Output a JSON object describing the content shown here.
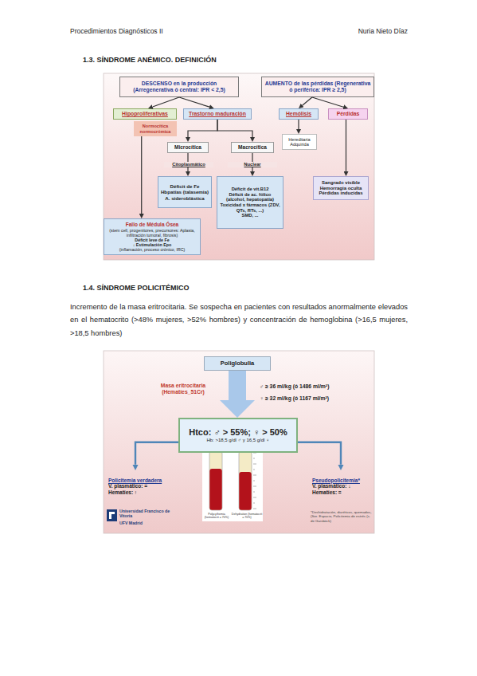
{
  "diagram": {
    "nodes": [
      {
        "text": [
          "DESCENSO en la producción (Arregenerativa ó central: IPR < 2,5)"
        ]
      },
      {
        "text": [
          "AUMENTO de las pérdidas (Regenerativa ó periférica: IPR ≥ 2,5)"
        ]
      },
      {
        "text": [
          "Hipoproliferativas"
        ]
      },
      {
        "text": [
          "Trastorno maduración"
        ]
      },
      {
        "text": [
          "Hemólisis"
        ]
      },
      {
        "text": [
          "Pérdidas"
        ]
      },
      {
        "text": [
          "Normocítica normocrómica"
        ]
      },
      {
        "text": [
          "Hereditaria",
          "Adquirida"
        ]
      },
      {
        "text": [
          "Microcítica"
        ]
      },
      {
        "text": [
          "Macrocítica"
        ]
      },
      {
        "text": [
          "Déficit de Fe",
          "Hbpatías (talasemia)",
          "A. sideroblástica"
        ]
      },
      {
        "text": [
          "Déficit de vit.B12",
          "Déficit de ac. fólico (alcohol, hepatopatía)",
          "Toxicidad x fármacos (ZDV, QTs, RTs, ...)",
          "SMD, ..."
        ]
      },
      {
        "text": [
          "Sangrado visible",
          "Hemorragia oculta",
          "Pérdidas inducidas"
        ]
      },
      {
        "text": [
          "Fallo de Médula Ósea",
          "(stem cell, progenitores, precursores: Aplasia, infiltración tumoral, fibrosis)",
          "Déficit leve de Fe",
          "↓ Estimulación Epo",
          "(inflamación, proceso crónico, IRC)"
        ]
      },
      {
        "text": [
          "Poliglobulia"
        ]
      },
      {
        "text": [
          "Htco: ♂ > 55%; ♀ > 50%",
          "Hb: >18,5 g/dl ♂ y 16,5 g/dl ♀"
        ]
      },
      {
        "text": [
          "Policitemia verdadera",
          "V. plasmático: =",
          "Hematíes: ↑"
        ]
      },
      {
        "text": [
          "Pseudopolicitemia*",
          "V. plasmático: ↓",
          "Hematíes: ="
        ]
      }
    ],
    "edges": [
      {
        "from": 0,
        "to": 2,
        "arrow": "to"
      },
      {
        "from": 0,
        "to": 3,
        "arrow": "to"
      },
      {
        "from": 1,
        "to": 4,
        "arrow": "to"
      },
      {
        "from": 1,
        "to": 5,
        "arrow": "to"
      },
      {
        "from": 6,
        "to": 13,
        "arrow": "to"
      },
      {
        "from": 3,
        "to": 8,
        "arrow": "to"
      },
      {
        "from": 3,
        "to": 9,
        "arrow": "to"
      },
      {
        "from": 8,
        "to": 10,
        "arrow": "to"
      },
      {
        "from": 9,
        "to": 11,
        "arrow": "to"
      },
      {
        "from": 4,
        "to": 7,
        "arrow": "to"
      },
      {
        "from": 5,
        "to": 12,
        "arrow": "to"
      },
      {
        "from": 14,
        "to": 15,
        "arrow": "to"
      },
      {
        "from": 15,
        "to": 16,
        "arrow": "to"
      },
      {
        "from": 15,
        "to": 17,
        "arrow": "to"
      }
    ],
    "labels": [
      "Procedimientos Diagnósticos II",
      "Nuria Nieto Díaz",
      "1.3. SÍNDROME ANÉMICO. DEFINICIÓN",
      "Citoplasmático",
      "Nuclear",
      "1.4. SÍNDROME POLICITÉMICO",
      "Incremento de la masa eritrocitaria. Se sospecha en pacientes con resultados anormalmente elevados en el hematocrito (>48% mujeres, >52% hombres) y concentración de hemoglobina (>16,5 mujeres, >18,5 hombres)",
      "Masa eritrocitaria (Hematíes_51Cr)",
      "♂ ≥ 36 ml/kg (ó 1486 ml/m²)",
      "♀ ≥ 32 ml/kg (ó 1167 ml/m²)",
      "Polycythemia (hematocrit = 70%)",
      "Dehydration (hematocrit = 70%)",
      "*Deshidratación, diuréticos, quemados, (Ser. Espacio, Policitemia de estrés (s. de Gaisböck)",
      "Universidad Francisco de Vitoria",
      "UFV Madrid"
    ]
  }
}
